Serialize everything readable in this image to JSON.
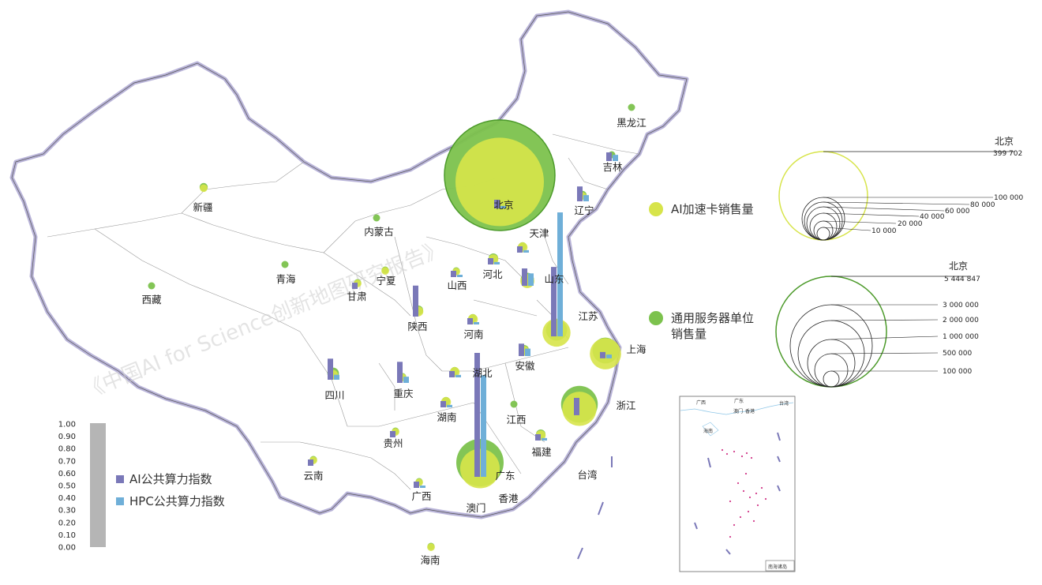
{
  "colors": {
    "ai_card": "#d7e44a",
    "server": "#7cc24d",
    "server_edge": "#4c9a2a",
    "ai_index": "#7a78b8",
    "hpc_index": "#6fafd8",
    "axis_bar": "#b5b5b5",
    "border": "#b9b4d9",
    "sea_dots": "#c9a7e0"
  },
  "watermark": "《中国AI for Science创新地图研究报告》",
  "legend": {
    "ai_card_label": "AI加速卡销售量",
    "server_label_line1": "通用服务器单位",
    "server_label_line2": "销售量",
    "ai_index_label": "AI公共算力指数",
    "hpc_index_label": "HPC公共算力指数"
  },
  "scale_ai": {
    "max_city": "北京",
    "max_value": "399 702",
    "steps": [
      "100 000",
      "80 000",
      "60 000",
      "40 000",
      "20 000",
      "10 000"
    ]
  },
  "scale_server": {
    "max_city": "北京",
    "max_value": "5 444 847",
    "steps": [
      "3 000 000",
      "2 000 000",
      "1 000 000",
      "500 000",
      "100 000"
    ]
  },
  "index_axis": [
    "1.00",
    "0.90",
    "0.80",
    "0.70",
    "0.60",
    "0.50",
    "0.40",
    "0.30",
    "0.20",
    "0.10",
    "0.00"
  ],
  "inset": {
    "title": "南海诸岛",
    "labels": [
      "广西",
      "广东",
      "澳门",
      "香港",
      "台湾",
      "海南"
    ]
  },
  "chart_data": {
    "type": "map",
    "provinces": [
      {
        "name": "北京",
        "server": 5444847,
        "ai_card": 399702,
        "ai_index": 0.07,
        "hpc_index": 0.02
      },
      {
        "name": "天津",
        "server": 30000,
        "ai_card": 5000,
        "ai_index": 0.05,
        "hpc_index": 0.02
      },
      {
        "name": "河北",
        "server": 40000,
        "ai_card": 5000,
        "ai_index": 0.03,
        "hpc_index": 0.02
      },
      {
        "name": "山西",
        "server": 20000,
        "ai_card": 3000,
        "ai_index": 0.02,
        "hpc_index": 0.01
      },
      {
        "name": "内蒙古",
        "server": 20000,
        "ai_card": 0,
        "ai_index": 0,
        "hpc_index": 0
      },
      {
        "name": "辽宁",
        "server": 30000,
        "ai_card": 3000,
        "ai_index": 0.12,
        "hpc_index": 0.05
      },
      {
        "name": "吉林",
        "server": 15000,
        "ai_card": 0,
        "ai_index": 0.07,
        "hpc_index": 0.05
      },
      {
        "name": "黑龙江",
        "server": 15000,
        "ai_card": 0,
        "ai_index": 0,
        "hpc_index": 0
      },
      {
        "name": "上海",
        "server": 300000,
        "ai_card": 50000,
        "ai_index": 0.05,
        "hpc_index": 0.03
      },
      {
        "name": "江苏",
        "server": 200000,
        "ai_card": 40000,
        "ai_index": 0.56,
        "hpc_index": 1.0
      },
      {
        "name": "浙江",
        "server": 600000,
        "ai_card": 60000,
        "ai_index": 0.14,
        "hpc_index": 0.0
      },
      {
        "name": "安徽",
        "server": 40000,
        "ai_card": 5000,
        "ai_index": 0.1,
        "hpc_index": 0.06
      },
      {
        "name": "福建",
        "server": 40000,
        "ai_card": 5000,
        "ai_index": 0.04,
        "hpc_index": 0.02
      },
      {
        "name": "江西",
        "server": 20000,
        "ai_card": 0,
        "ai_index": 0,
        "hpc_index": 0
      },
      {
        "name": "山东",
        "server": 80000,
        "ai_card": 10000,
        "ai_index": 0.14,
        "hpc_index": 0.1
      },
      {
        "name": "河南",
        "server": 30000,
        "ai_card": 5000,
        "ai_index": 0.02,
        "hpc_index": 0.01
      },
      {
        "name": "湖北",
        "server": 30000,
        "ai_card": 5000,
        "ai_index": 0.04,
        "hpc_index": 0.02
      },
      {
        "name": "湖南",
        "server": 30000,
        "ai_card": 5000,
        "ai_index": 0.05,
        "hpc_index": 0.02
      },
      {
        "name": "广东",
        "server": 1000000,
        "ai_card": 80000,
        "ai_index": 1.0,
        "hpc_index": 0.82
      },
      {
        "name": "香港",
        "server": 0,
        "ai_card": 0,
        "ai_index": 0,
        "hpc_index": 0
      },
      {
        "name": "澳门",
        "server": 0,
        "ai_card": 0,
        "ai_index": 0,
        "hpc_index": 0
      },
      {
        "name": "广西",
        "server": 15000,
        "ai_card": 3000,
        "ai_index": 0.02,
        "hpc_index": 0.01
      },
      {
        "name": "海南",
        "server": 10000,
        "ai_card": 3000,
        "ai_index": 0,
        "hpc_index": 0
      },
      {
        "name": "重庆",
        "server": 20000,
        "ai_card": 3000,
        "ai_index": 0.17,
        "hpc_index": 0.05
      },
      {
        "name": "四川",
        "server": 60000,
        "ai_card": 5000,
        "ai_index": 0.17,
        "hpc_index": 0.04
      },
      {
        "name": "贵州",
        "server": 20000,
        "ai_card": 3000,
        "ai_index": 0.04,
        "hpc_index": 0.0
      },
      {
        "name": "云南",
        "server": 20000,
        "ai_card": 3000,
        "ai_index": 0.02,
        "hpc_index": 0.0
      },
      {
        "name": "西藏",
        "server": 8000,
        "ai_card": 0,
        "ai_index": 0,
        "hpc_index": 0
      },
      {
        "name": "陕西",
        "server": 40000,
        "ai_card": 5000,
        "ai_index": 0.25,
        "hpc_index": 0.0
      },
      {
        "name": "甘肃",
        "server": 15000,
        "ai_card": 3000,
        "ai_index": 0.04,
        "hpc_index": 0.0
      },
      {
        "name": "青海",
        "server": 8000,
        "ai_card": 0,
        "ai_index": 0,
        "hpc_index": 0
      },
      {
        "name": "宁夏",
        "server": 10000,
        "ai_card": 3000,
        "ai_index": 0,
        "hpc_index": 0
      },
      {
        "name": "新疆",
        "server": 30000,
        "ai_card": 3000,
        "ai_index": 0,
        "hpc_index": 0
      },
      {
        "name": "台湾",
        "server": 0,
        "ai_card": 0,
        "ai_index": 0,
        "hpc_index": 0
      }
    ],
    "index_range": [
      0,
      1
    ]
  }
}
